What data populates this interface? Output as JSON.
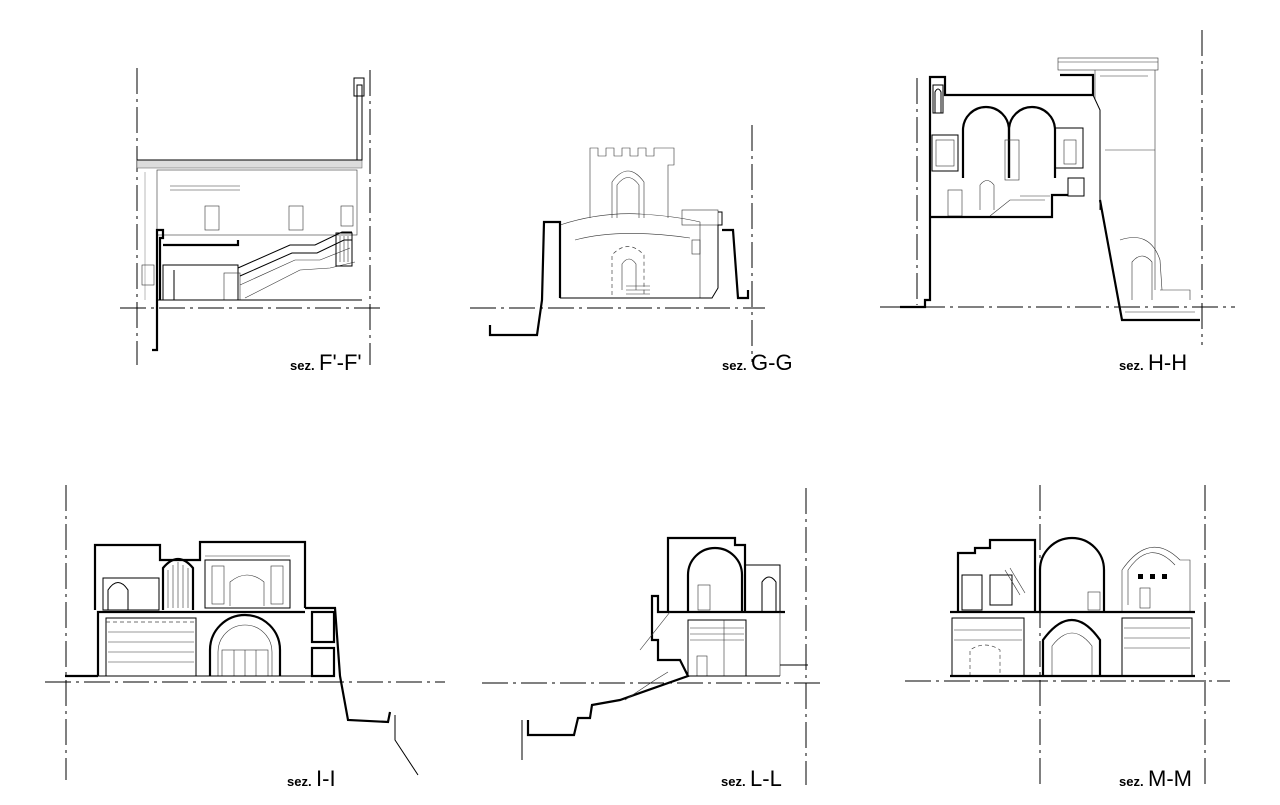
{
  "sections": [
    {
      "id": "F",
      "prefix": "sez.",
      "code": "F'-F'"
    },
    {
      "id": "G",
      "prefix": "sez.",
      "code": "G-G"
    },
    {
      "id": "H",
      "prefix": "sez.",
      "code": "H-H"
    },
    {
      "id": "I",
      "prefix": "sez.",
      "code": "I-I"
    },
    {
      "id": "L",
      "prefix": "sez.",
      "code": "L-L"
    },
    {
      "id": "M",
      "prefix": "sez.",
      "code": "M-M"
    }
  ]
}
